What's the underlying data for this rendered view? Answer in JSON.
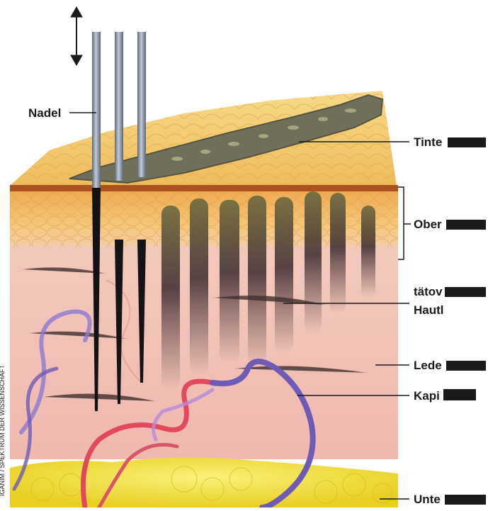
{
  "diagram": {
    "needle_label": "Nadel",
    "ink_label": "Tinte",
    "epidermis_label": "Ober",
    "tattooed_label_line1": "tätov",
    "tattooed_label_line2": "Hautl",
    "dermis_label": "Lede",
    "capillary_label": "Kapi",
    "subcutis_label": "Unte",
    "credit": "IGANIM / SPEKTRUM DER WISSENSCHAFT"
  },
  "colors": {
    "surface": "#f3c96a",
    "epidermis": "#f2b35c",
    "dermis": "#f1c0b6",
    "fat": "#f3e23a",
    "ink": "#6f6f5c",
    "needle": "#8b97a9",
    "capillary_red": "#e04a5c",
    "capillary_blue": "#6e5bb5"
  }
}
